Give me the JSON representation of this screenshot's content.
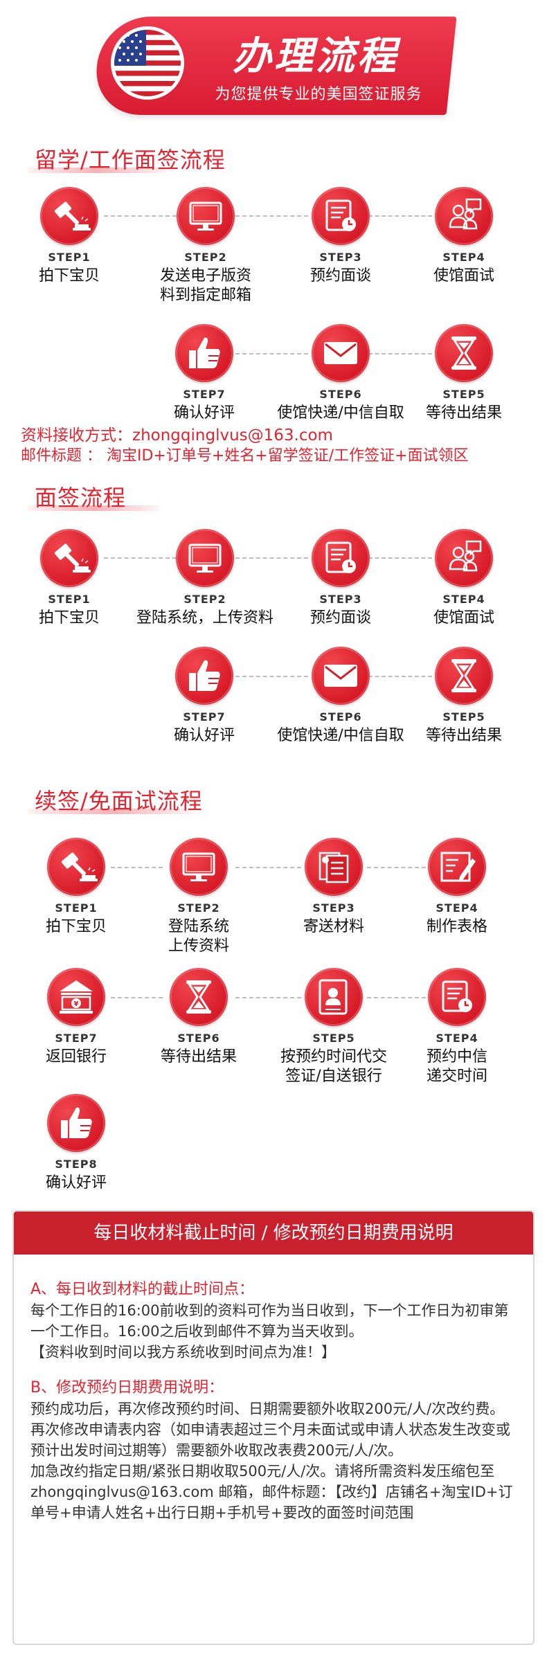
{
  "banner": {
    "title": "办理流程",
    "subtitle": "为您提供专业的美国签证服务"
  },
  "section1": {
    "title": "留学/工作面签流程",
    "steps": [
      {
        "num": "STEP1",
        "label": "拍下宝贝",
        "icon": "gavel-icon"
      },
      {
        "num": "STEP2",
        "label": "发送电子版资料到指定邮箱",
        "icon": "monitor-icon"
      },
      {
        "num": "STEP3",
        "label": "预约面谈",
        "icon": "calendar-clock-icon"
      },
      {
        "num": "STEP4",
        "label": "使馆面试",
        "icon": "interview-icon"
      },
      {
        "num": "STEP7",
        "label": "确认好评",
        "icon": "thumbs-up-icon"
      },
      {
        "num": "STEP6",
        "label": "使馆快递/中信自取",
        "icon": "envelope-icon"
      },
      {
        "num": "STEP5",
        "label": "等待出结果",
        "icon": "hourglass-icon"
      }
    ],
    "mail_line1": "资料接收方式：zhongqinglvus@163.com",
    "mail_line2": "邮件标题 ： 淘宝ID+订单号+姓名+留学签证/工作签证+面试领区"
  },
  "section2": {
    "title": "面签流程",
    "steps": [
      {
        "num": "STEP1",
        "label": "拍下宝贝",
        "icon": "gavel-icon"
      },
      {
        "num": "STEP2",
        "label": "登陆系统，上传资料",
        "icon": "monitor-icon"
      },
      {
        "num": "STEP3",
        "label": "预约面谈",
        "icon": "calendar-clock-icon"
      },
      {
        "num": "STEP4",
        "label": "使馆面试",
        "icon": "interview-icon"
      },
      {
        "num": "STEP7",
        "label": "确认好评",
        "icon": "thumbs-up-icon"
      },
      {
        "num": "STEP6",
        "label": "使馆快递/中信自取",
        "icon": "envelope-icon"
      },
      {
        "num": "STEP5",
        "label": "等待出结果",
        "icon": "hourglass-icon"
      }
    ]
  },
  "section3": {
    "title": "续签/免面试流程",
    "steps": [
      {
        "num": "STEP1",
        "label": "拍下宝贝",
        "icon": "gavel-icon"
      },
      {
        "num": "STEP2",
        "label": "登陆系统上传资料",
        "icon": "monitor-icon"
      },
      {
        "num": "STEP3",
        "label": "寄送材料",
        "icon": "documents-icon"
      },
      {
        "num": "STEP4",
        "label": "制作表格",
        "icon": "form-edit-icon"
      },
      {
        "num": "STEP7",
        "label": "返回银行",
        "icon": "bank-icon"
      },
      {
        "num": "STEP6",
        "label": "等待出结果",
        "icon": "hourglass-icon"
      },
      {
        "num": "STEP5",
        "label": "按预约时间代交签证/自送银行",
        "icon": "id-card-icon"
      },
      {
        "num": "STEP4",
        "label": "预约中信递交时间",
        "icon": "calendar-clock-icon"
      },
      {
        "num": "STEP8",
        "label": "确认好评",
        "icon": "thumbs-up-icon"
      }
    ]
  },
  "notice": {
    "header": "每日收材料截止时间 / 修改预约日期费用说明",
    "a_title": "A、每日收到材料的截止时间点：",
    "a_p1": "每个工作日的16:00前收到的资料可作为当日收到，下一个工作日为初审第一个工作日。16:00之后收到邮件不算为当天收到。",
    "a_p2": "【资料收到时间以我方系统收到时间点为准！】",
    "b_title": "B、修改预约日期费用说明：",
    "b_p1": "预约成功后，再次修改预约时间、日期需要额外收取200元/人/次改约费。再次修改申请表内容（如申请表超过三个月未面试或申请人状态发生改变或预计出发时间过期等）需要额外收取改表费200元/人/次。",
    "b_p2": "加急改约指定日期/紧张日期收取500元/人/次。请将所需资料发压缩包至 zhongqinglvus@163.com 邮箱，邮件标题：【改约】店铺名+淘宝ID+订单号+申请人姓名+出行日期+手机号+要改的面签时间范围"
  }
}
